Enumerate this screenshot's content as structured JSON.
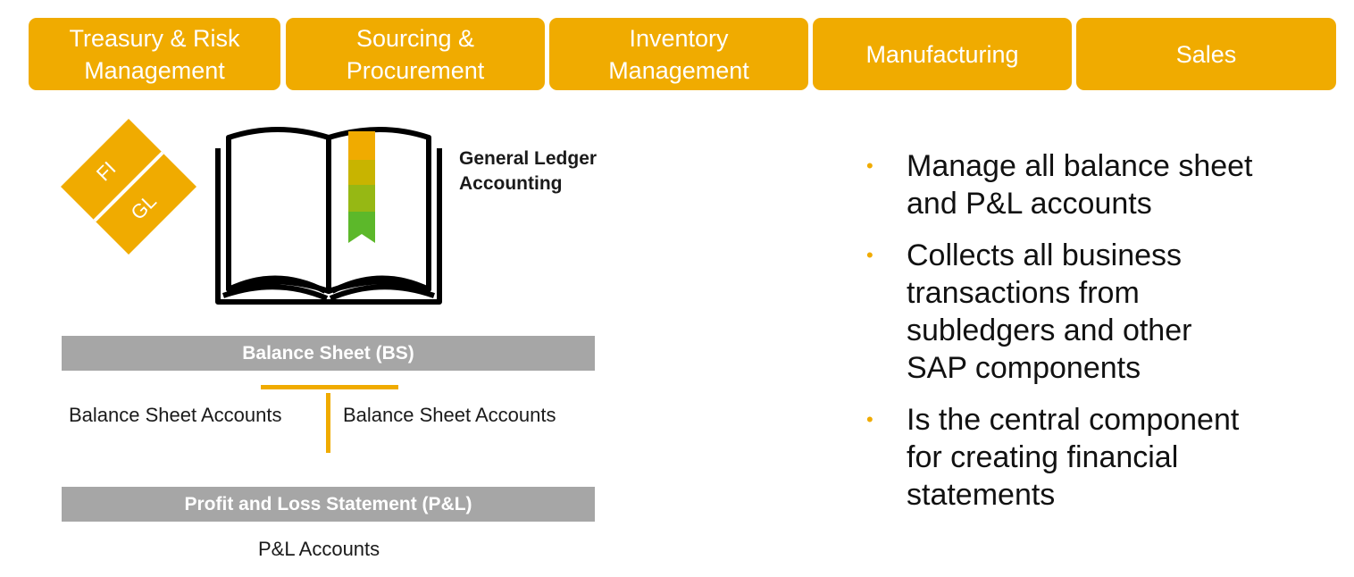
{
  "tabs": [
    {
      "label": "Treasury & Risk\nManagement"
    },
    {
      "label": "Sourcing &\nProcurement"
    },
    {
      "label": "Inventory\nManagement"
    },
    {
      "label": "Manufacturing"
    },
    {
      "label": "Sales"
    }
  ],
  "diamond": {
    "top_label": "FI",
    "bottom_label": "GL"
  },
  "gl_title": "General Ledger\nAccounting",
  "balance_sheet": {
    "title": "Balance Sheet (BS)",
    "left_accounts": "Balance Sheet Accounts",
    "right_accounts": "Balance Sheet Accounts"
  },
  "profit_loss": {
    "title": "Profit and Loss Statement (P&L)",
    "accounts": "P&L Accounts"
  },
  "bullets": [
    {
      "text": "Manage all balance sheet and P&L accounts"
    },
    {
      "text": "Collects all business transactions from subledgers and other SAP components"
    },
    {
      "text": "Is the central component for creating financial statements"
    }
  ],
  "colors": {
    "accent": "#f0ab00",
    "grey_bar": "#a6a6a6",
    "bookmark": [
      "#f0ab00",
      "#c8b400",
      "#96b814",
      "#5cb82a"
    ]
  }
}
